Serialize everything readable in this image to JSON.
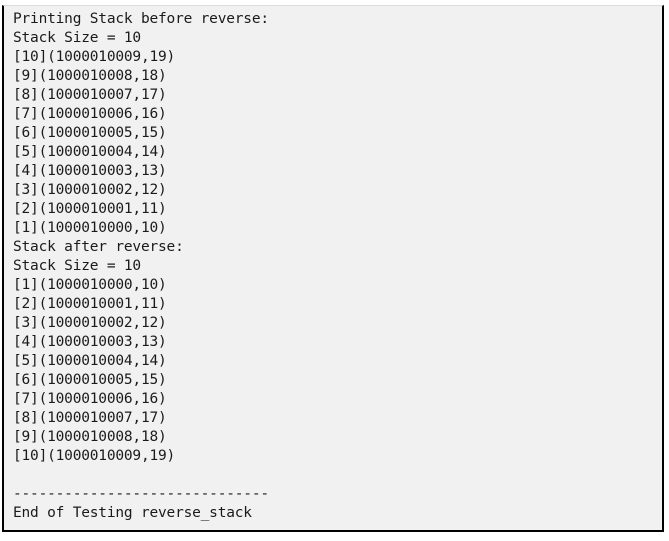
{
  "console": {
    "lines": [
      "Printing Stack before reverse:",
      "Stack Size = 10",
      "[10](1000010009,19)",
      "[9](1000010008,18)",
      "[8](1000010007,17)",
      "[7](1000010006,16)",
      "[6](1000010005,15)",
      "[5](1000010004,14)",
      "[4](1000010003,13)",
      "[3](1000010002,12)",
      "[2](1000010001,11)",
      "[1](1000010000,10)",
      "Stack after reverse:",
      "Stack Size = 10",
      "[1](1000010000,10)",
      "[2](1000010001,11)",
      "[3](1000010002,12)",
      "[4](1000010003,13)",
      "[5](1000010004,14)",
      "[6](1000010005,15)",
      "[7](1000010006,16)",
      "[8](1000010007,17)",
      "[9](1000010008,18)",
      "[10](1000010009,19)",
      "",
      "------------------------------",
      "End of Testing reverse_stack"
    ]
  },
  "colors": {
    "page_background": "#ffffff",
    "console_background": "#f1f1f1",
    "border": "#000000",
    "text": "#1b1b1b"
  }
}
